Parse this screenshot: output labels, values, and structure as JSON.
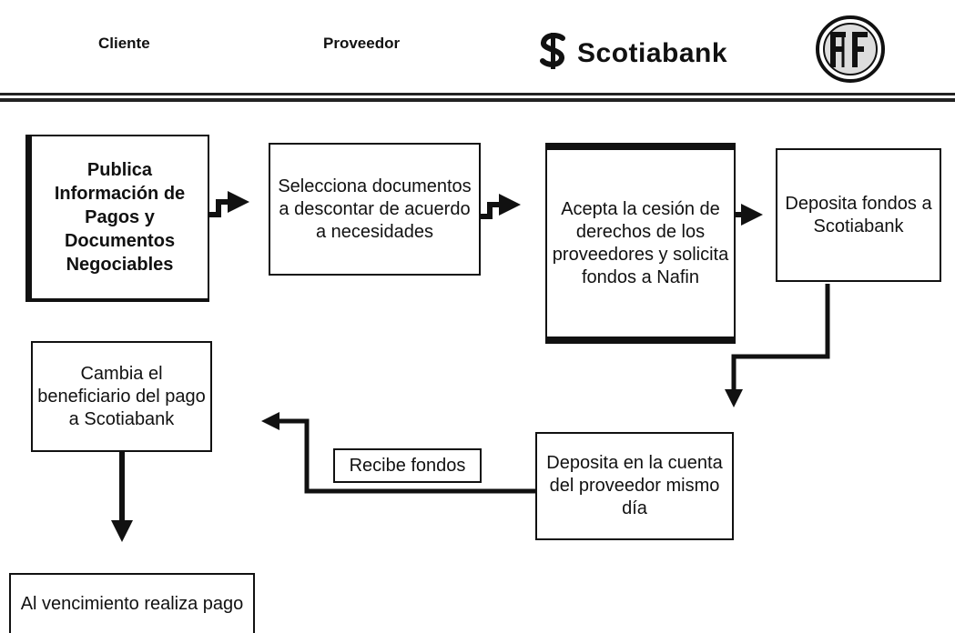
{
  "header": {
    "cliente_label": "Cliente",
    "proveedor_label": "Proveedor",
    "bank_name": "Scotiabank"
  },
  "steps": {
    "publica": "Publica Información de Pagos y Documentos Negociables",
    "selecciona": "Selecciona documentos a descontar de acuerdo a necesidades",
    "acepta": "Acepta la cesión de derechos  de los proveedores y solicita fondos a Nafin",
    "deposita_fondos": "Deposita fondos a Scotiabank",
    "deposita_cuenta": "Deposita en la cuenta del proveedor mismo día",
    "recibe_fondos": "Recibe fondos",
    "cambia": "Cambia el beneficiario del pago a Scotiabank",
    "vencimiento": "Al vencimiento realiza pago"
  },
  "colors": {
    "ink": "#111111",
    "background": "#ffffff"
  },
  "icons": {
    "bank_logo": "scotiabank-s-icon",
    "nafin_logo": "nafin-seal-icon"
  }
}
